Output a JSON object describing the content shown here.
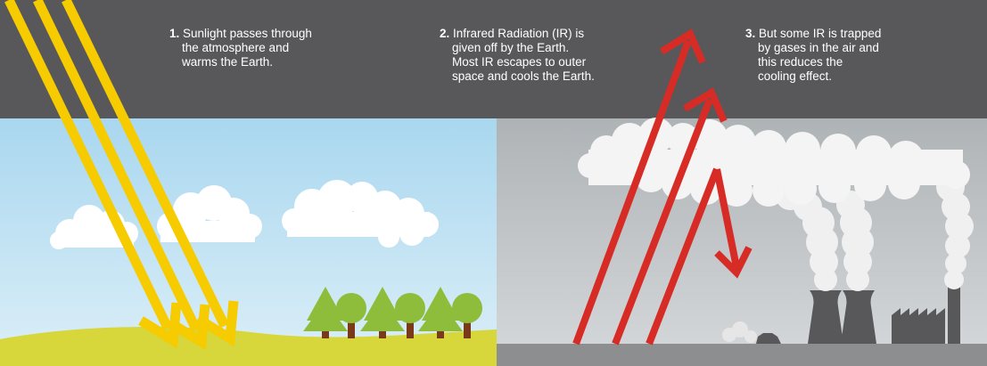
{
  "captions": [
    {
      "number": "1.",
      "lines": [
        "Sunlight passes through",
        "the atmosphere and",
        "warms the Earth."
      ]
    },
    {
      "number": "2.",
      "lines": [
        "Infrared Radiation (IR) is",
        "given off by the Earth.",
        "Most IR escapes to outer",
        "space and cools the Earth."
      ]
    },
    {
      "number": "3.",
      "lines": [
        "But some IR is trapped",
        "by gases in the air and",
        "this reduces the",
        "cooling effect."
      ]
    }
  ],
  "colors": {
    "top_band": "#58585a",
    "sky_clear": "#b5ddf2",
    "sky_polluted": "#b8bcbe",
    "ground_grass": "#d7d63a",
    "ground_grey": "#8c8e90",
    "sunlight": "#f6cb00",
    "infrared": "#d72b26",
    "cloud": "#ffffff",
    "smoke": "#f0f0f0",
    "tree_green": "#8dbd3a",
    "trunk": "#7a3a1a",
    "factory": "#58585a"
  }
}
